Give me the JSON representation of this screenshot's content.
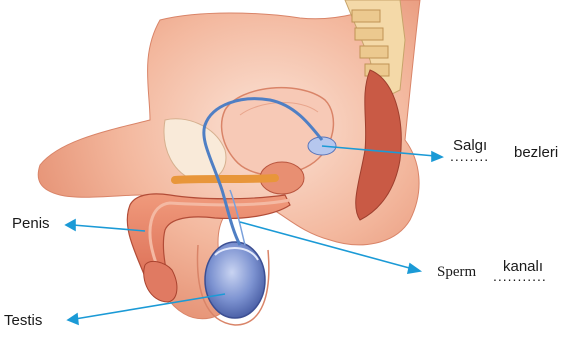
{
  "labels": {
    "penis": "Penis",
    "testis": "Testis",
    "sperm_prefix": "Sperm",
    "sperm_fill": "kanalı",
    "salgi_fill": "Salgı",
    "salgi_suffix": "bezleri",
    "dots_salgi": "........",
    "dots_sperm": "..........."
  },
  "colors": {
    "arrow": "#1b9ad6",
    "tissue_light": "#f6d2bf",
    "tissue_mid": "#ee9f80",
    "tissue_dark": "#c95a45",
    "duct": "#4f7fc4",
    "testis": "#6a83c7"
  }
}
